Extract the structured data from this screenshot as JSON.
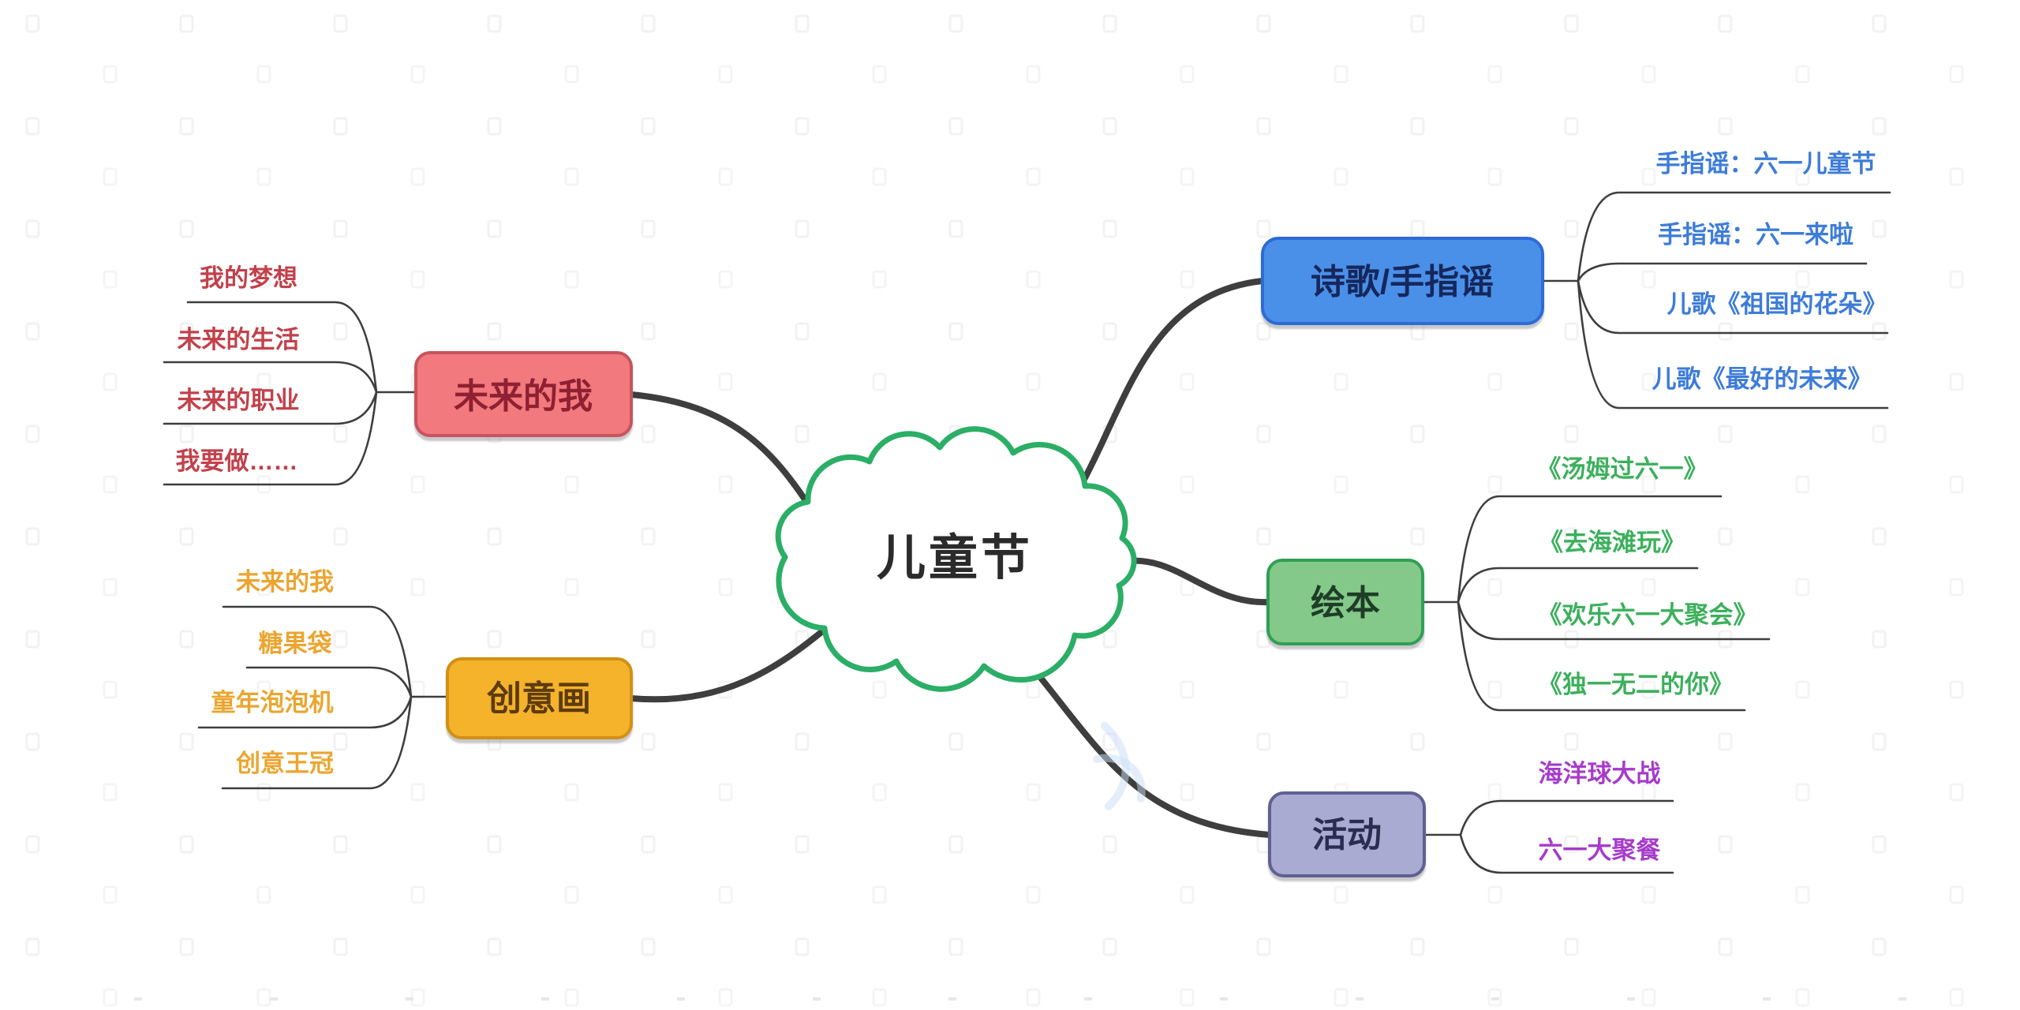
{
  "root": {
    "label": "儿童节"
  },
  "branches": [
    {
      "key": "future-me",
      "side": "left",
      "label": "未来的我",
      "node_fill": "#F2797E",
      "node_border": "#C7545E",
      "label_color": "#8E2031",
      "child_color": "#C2414B",
      "children": [
        "我的梦想",
        "未来的生活",
        "未来的职业",
        "我要做……"
      ]
    },
    {
      "key": "creative-art",
      "side": "left",
      "label": "创意画",
      "node_fill": "#F5B32B",
      "node_border": "#D29015",
      "label_color": "#5E3B0E",
      "child_color": "#EBA52F",
      "children": [
        "未来的我",
        "糖果袋",
        "童年泡泡机",
        "创意王冠"
      ]
    },
    {
      "key": "poem-finger-rhymes",
      "side": "right",
      "label": "诗歌/手指谣",
      "node_fill": "#4A90E8",
      "node_border": "#2D6BD6",
      "label_color": "#16275C",
      "child_color": "#3D7CD8",
      "children": [
        "手指谣：六一儿童节",
        "手指谣：六一来啦",
        "儿歌《祖国的花朵》",
        "儿歌《最好的未来》"
      ]
    },
    {
      "key": "picture-books",
      "side": "right",
      "label": "绘本",
      "node_fill": "#85C98A",
      "node_border": "#2FA054",
      "label_color": "#1E3D26",
      "child_color": "#3CB05C",
      "children": [
        "《汤姆过六一》",
        "《去海滩玩》",
        "《欢乐六一大聚会》",
        "《独一无二的你》"
      ]
    },
    {
      "key": "activities",
      "side": "right",
      "label": "活动",
      "node_fill": "#A9ABD3",
      "node_border": "#5E6191",
      "label_color": "#2A2C50",
      "child_color": "#A63BCB",
      "children": [
        "海洋球大战",
        "六一大聚餐"
      ]
    }
  ],
  "style": {
    "cloud_border": "#2BAE66",
    "root_text_color": "#2B2B2B",
    "line_color": "#3E3E3E",
    "background": "#FFFFFF",
    "watermark_color": "#C9DEF5"
  }
}
